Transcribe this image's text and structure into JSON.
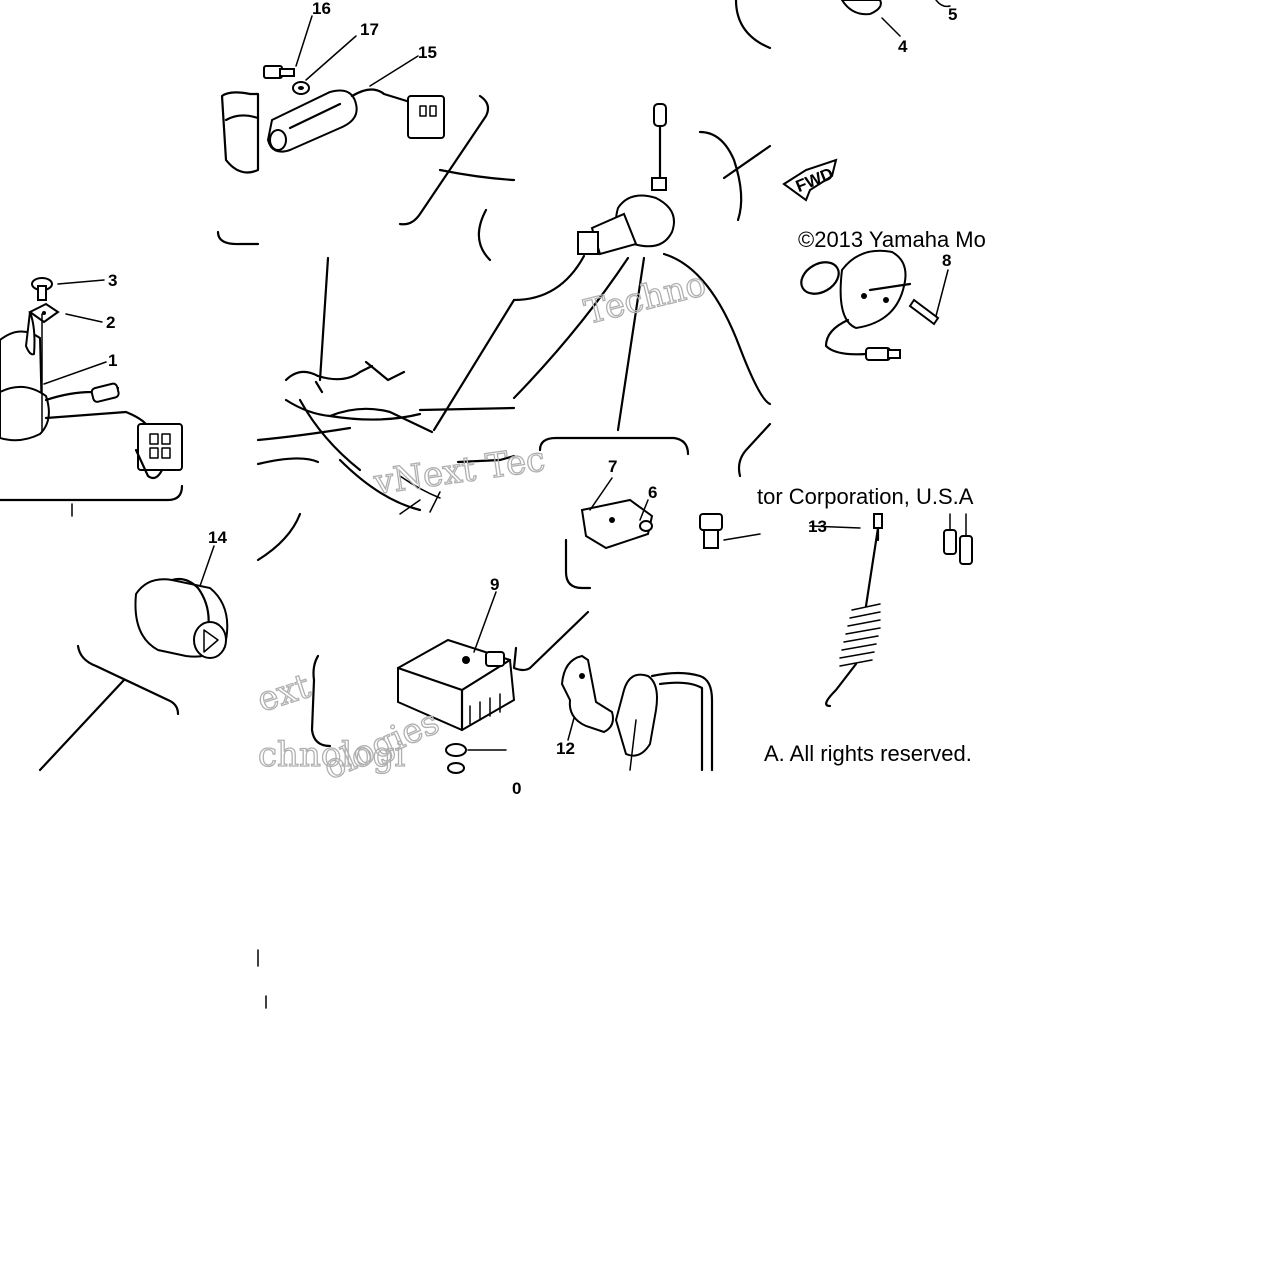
{
  "copyright": {
    "line1": "©2013 Yamaha Mo",
    "line2": "tor Corporation, U.S.A",
    "line3": "A. All rights reserved."
  },
  "watermark": {
    "text_a": "Techno",
    "text_b": "vNext Tec",
    "text_c": "ext",
    "text_d": "chnologi",
    "text_e": "ologies"
  },
  "fwd_label": "FWD",
  "callouts": [
    "16",
    "17",
    "15",
    "5",
    "4",
    "3",
    "2",
    "1",
    "8",
    "7",
    "6",
    "14",
    "13",
    "9",
    "12",
    "0"
  ],
  "icons": [
    "main-switch",
    "relay",
    "ignition-coil",
    "neutral-switch",
    "rectifier-regulator",
    "oil-switch",
    "flasher-relay",
    "wire-harness",
    "spring",
    "bracket",
    "bolt",
    "washer"
  ]
}
